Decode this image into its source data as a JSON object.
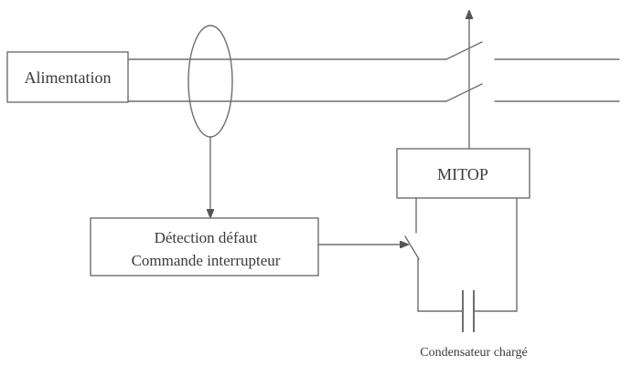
{
  "labels": {
    "supply": "Alimentation",
    "mitop": "MITOP",
    "detection_line1": "Détection défaut",
    "detection_line2": "Commande interrupteur",
    "capacitor": "Condensateur chargé"
  }
}
